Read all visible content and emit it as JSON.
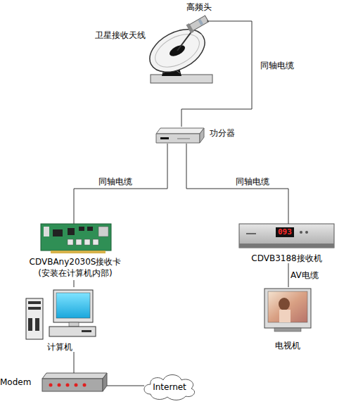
{
  "diagram": {
    "nodes": [
      {
        "text": [
          "高频头"
        ]
      },
      {
        "text": [
          "卫星接收天线"
        ]
      },
      {
        "text": [
          "功分器"
        ]
      },
      {
        "text": [
          "CDVBAny2030S接收卡",
          "(安装在计算机内部)"
        ]
      },
      {
        "text": [
          "CDVB3188接收机"
        ]
      },
      {
        "text": [
          "计算机"
        ]
      },
      {
        "text": [
          "电视机"
        ]
      },
      {
        "text": [
          "Modem"
        ]
      },
      {
        "text": [
          "Internet"
        ]
      }
    ],
    "edges": [
      {
        "from": 0,
        "to": 2,
        "label": "同轴电缆",
        "arrow": "none"
      },
      {
        "from": 2,
        "to": 3,
        "label": "同轴电缆",
        "arrow": "none"
      },
      {
        "from": 2,
        "to": 4,
        "label": "同轴电缆",
        "arrow": "none"
      },
      {
        "from": 3,
        "to": 5,
        "arrow": "none"
      },
      {
        "from": 4,
        "to": 6,
        "label": "AV电缆",
        "arrow": "none"
      },
      {
        "from": 5,
        "to": 7,
        "arrow": "none"
      },
      {
        "from": 7,
        "to": 8,
        "arrow": "none"
      }
    ],
    "labels": [
      "093"
    ]
  }
}
